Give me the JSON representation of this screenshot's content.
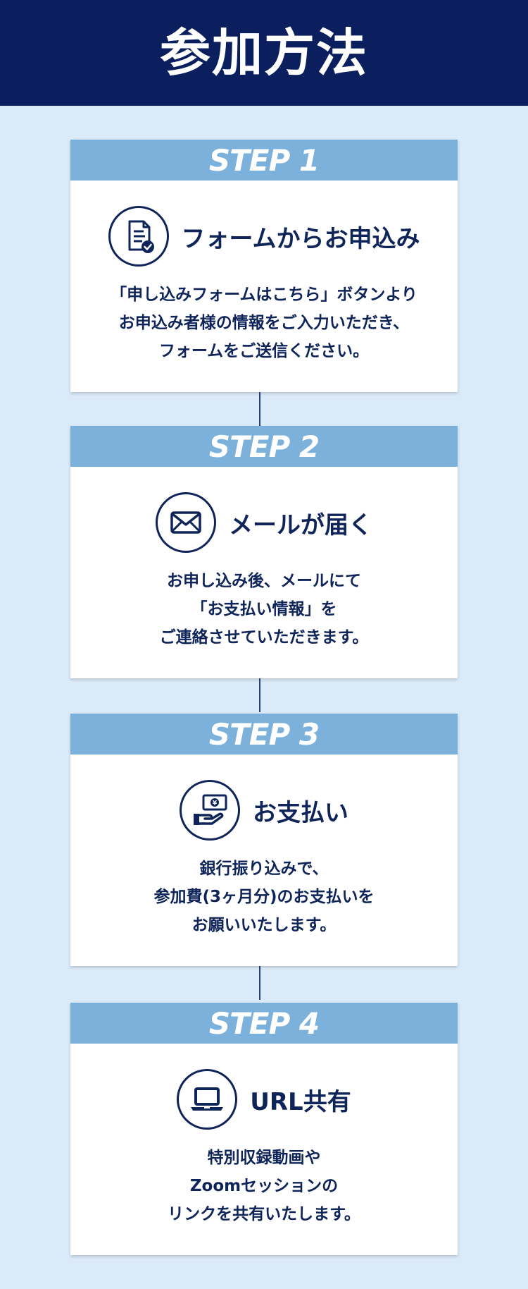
{
  "header": {
    "title": "参加方法"
  },
  "steps": [
    {
      "label": "STEP 1",
      "icon": "document-check-icon",
      "title": "フォームからお申込み",
      "body": [
        "「申し込みフォームはこちら」ボタンより",
        "お申込み者様の情報をご入力いただき、",
        "フォームをご送信ください。"
      ]
    },
    {
      "label": "STEP 2",
      "icon": "mail-icon",
      "title": "メールが届く",
      "body": [
        "お申し込み後、メールにて",
        "「お支払い情報」を",
        "ご連絡させていただきます。"
      ]
    },
    {
      "label": "STEP 3",
      "icon": "payment-hand-icon",
      "title": "お支払い",
      "body": [
        "銀行振り込みで、",
        "参加費(3ヶ月分)のお支払いを",
        "お願いいたします。"
      ]
    },
    {
      "label": "STEP 4",
      "icon": "laptop-icon",
      "title": "URL共有",
      "body": [
        "特別収録動画や",
        "Zoomセッションの",
        "リンクを共有いたします。"
      ]
    }
  ],
  "colors": {
    "header_bg": "#0b1f5e",
    "page_bg": "#dbeaf9",
    "step_head_bg": "#7cb1dc",
    "text": "#0f2458"
  }
}
